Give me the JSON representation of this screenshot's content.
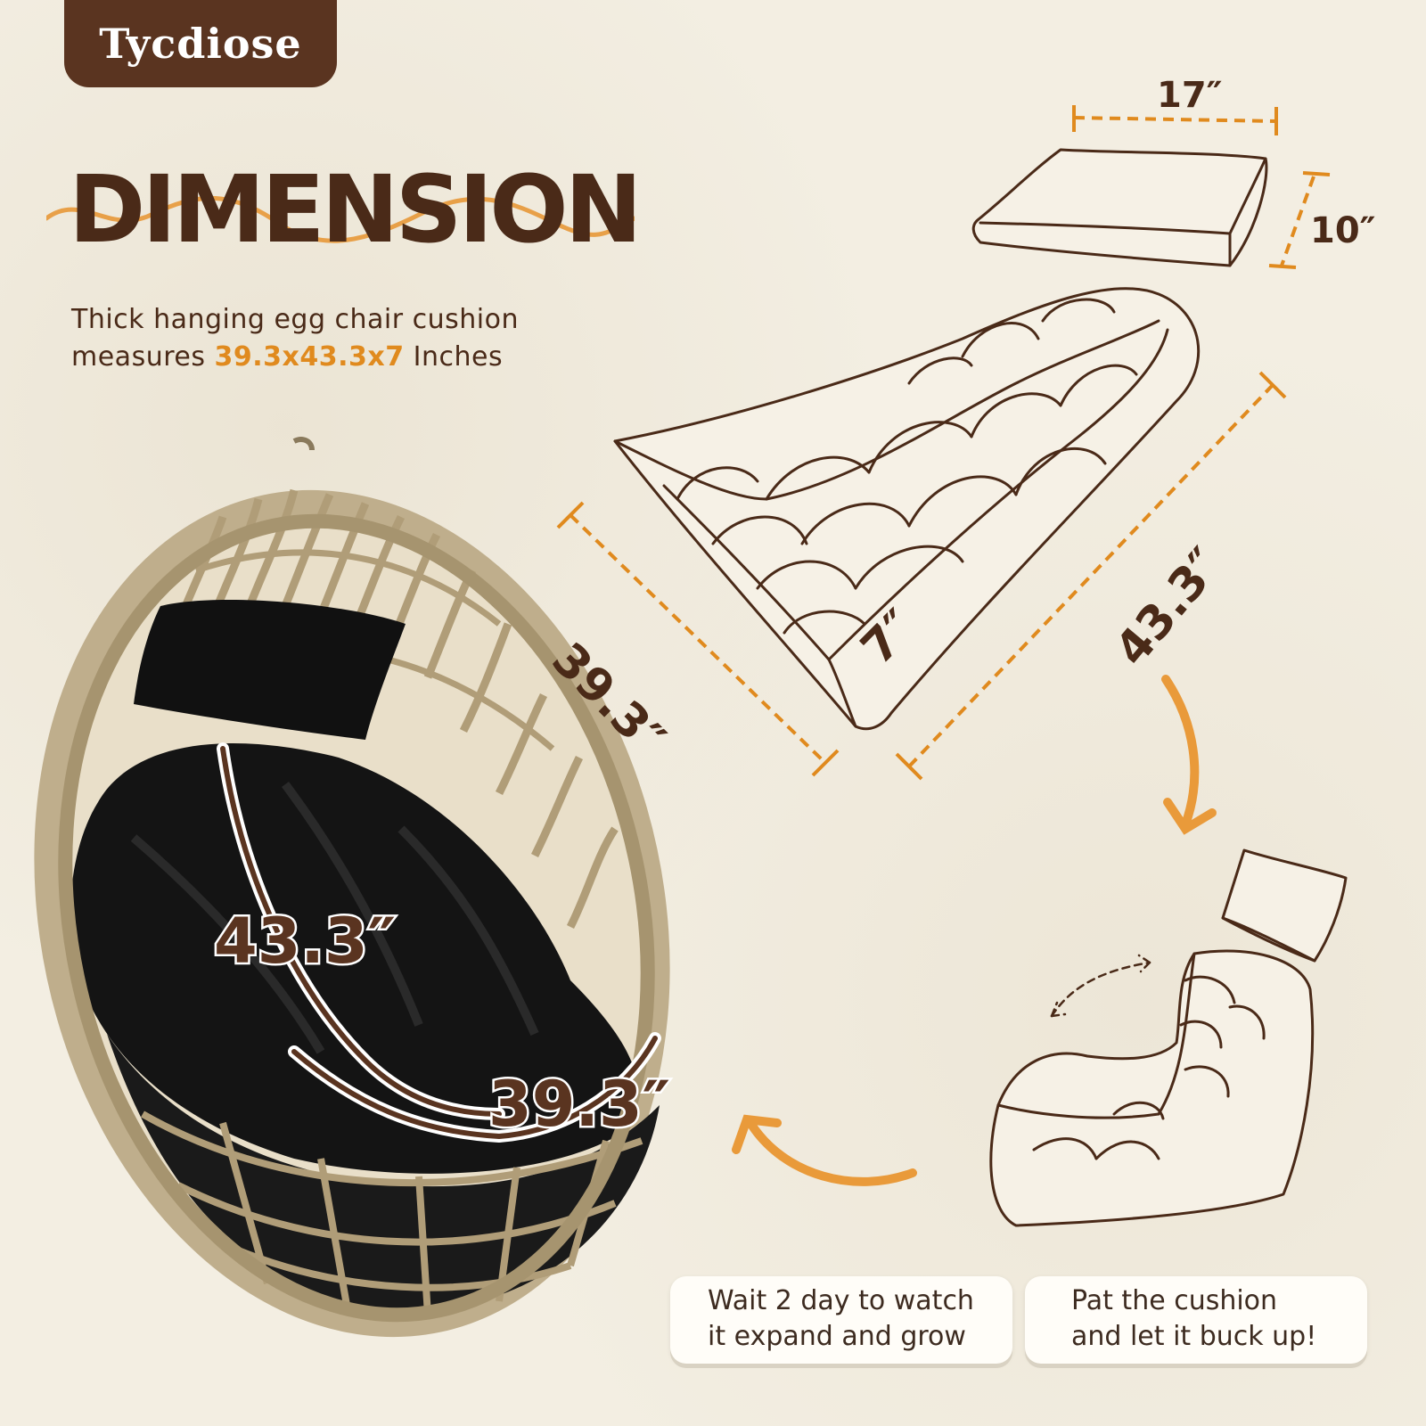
{
  "brand": {
    "name": "Tycdiose"
  },
  "heading": {
    "title": "DIMENSION"
  },
  "description": {
    "line1": "Thick hanging egg chair cushion",
    "line2_prefix": "measures ",
    "line2_highlight": "39.3x43.3x7",
    "line2_suffix": " Inches"
  },
  "dimensions": {
    "pillow_width": "17″",
    "pillow_height": "10″",
    "cushion_length": "43.3″",
    "cushion_width": "39.3″",
    "cushion_thickness": "7″",
    "chair_length": "43.3″",
    "chair_width": "39.3″"
  },
  "notes": [
    {
      "line1": "Wait 2 day to watch",
      "line2": "it expand and grow"
    },
    {
      "line1": "Pat the cushion",
      "line2": "and let it buck up!"
    }
  ],
  "colors": {
    "brown": "#4a2a18",
    "accent_orange": "#e08a1e",
    "background": "#f3eee2"
  }
}
